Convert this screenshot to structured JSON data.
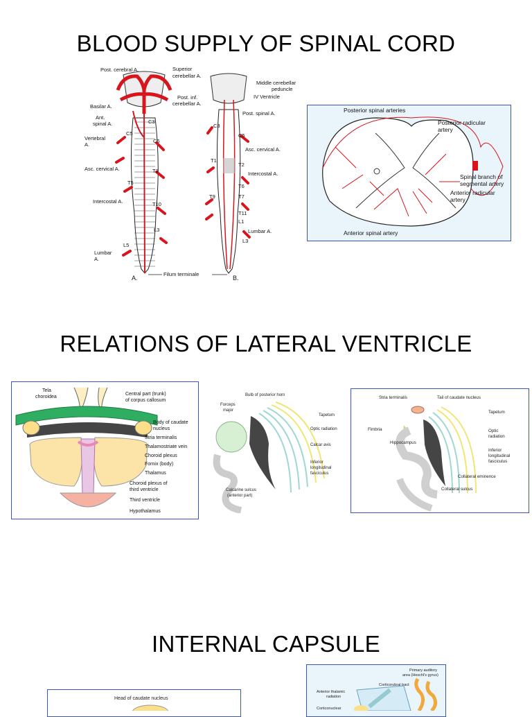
{
  "headings": {
    "blood_supply": "BLOOD SUPPLY OF SPINAL CORD",
    "lateral_ventricle": "RELATIONS OF LATERAL VENTRICLE",
    "internal_capsule": "INTERNAL CAPSULE"
  },
  "spinal_arteries_diagram": {
    "post_cerebral": "Post. cerebral A.",
    "superior_cerebellar": "Superior",
    "superior_cerebellar_2": "cerebellar A.",
    "basilar": "Basilar A.",
    "ant_spinal": "Ant.",
    "ant_spinal_2": "spinal A.",
    "vertebral": "Vertebral",
    "vertebral_2": "A.",
    "asc_cervical_left": "Asc. cervical A.",
    "intercostal_left": "Intercostal A.",
    "lumbar_left": "Lumbar",
    "lumbar_left_2": "A.",
    "middle_cerebellar": "Middle cerebellar",
    "middle_cerebellar_2": "peduncle",
    "iv_ventricle": "IV  Ventricle",
    "post_inf_cerebellar": "Post. inf.",
    "post_inf_cerebellar_2": "cerebellar A.",
    "post_spinal": "Post. spinal  A.",
    "asc_cervical_right": "Asc. cervical A.",
    "intercostal_right": "Intercostal A.",
    "lumbar_right": "Lumbar A.",
    "filum_terminale": "Filum  terminale",
    "label_a": "A.",
    "label_b": "B.",
    "seg": {
      "c3": "C3",
      "c5": "C5",
      "c6": "C6",
      "t3": "T3",
      "t5": "T5",
      "t10": "T10",
      "l3": "L3",
      "l5": "L5",
      "c3b": "C3",
      "c5b": "C5",
      "t1": "T1",
      "t2": "T2",
      "t6": "T6",
      "t7": "T7",
      "t9": "T9",
      "t11": "T11",
      "l1": "L1",
      "l3b": "L3"
    }
  },
  "cross_section": {
    "posterior_spinal_arteries": "Posterior spinal arteries",
    "posterior_radicular": "Posterior radicular",
    "posterior_radicular_2": "artery",
    "spinal_branch": "Spinal branch of",
    "spinal_branch_2": "segmental artery",
    "anterior_radicular": "Anterior radicular",
    "anterior_radicular_2": "artery",
    "anterior_spinal_artery": "Anterior spinal artery"
  },
  "ventricle_coronal": {
    "tela_choroidea": "Tela",
    "tela_choroidea_2": "choroidea",
    "central_part": "Central part (trunk)",
    "central_part_2": "of corpus callosum",
    "body_caudate": "Body of caudate",
    "body_caudate_2": "nucleus",
    "stria_terminalis": "Stria terminalis",
    "thalamostriate": "Thalamostriate vein",
    "choroid_plexus": "Choroid plexus",
    "fornix": "Fornix (body)",
    "thalamus": "Thalamus",
    "choroid_third": "Choroid plexus of",
    "choroid_third_2": "third ventricle",
    "third_ventricle": "Third ventricle",
    "hypothalamus": "Hypothalamus"
  },
  "posterior_horn": {
    "bulb": "Bulb of posterior horn",
    "forceps_major": "Forceps",
    "forceps_major_2": "major",
    "tapetum": "Tapetum",
    "optic_radiation": "Optic radiation",
    "calcar_avis": "Calcar avis",
    "inferior_longitudinal": "Inferior",
    "inferior_longitudinal_2": "longitudinal",
    "inferior_longitudinal_3": "fasciculus",
    "calcarine": "Calcarine sulcus",
    "calcarine_2": "(anterior part)"
  },
  "inferior_horn": {
    "stria_terminalis": "Stria terminalis",
    "tail_caudate": "Tail of caudate nucleus",
    "tapetum": "Tapetum",
    "fimbria": "Fimbria",
    "optic_radiation": "Optic",
    "optic_radiation_2": "radiation",
    "hippocampus": "Hippocampus",
    "inferior_longitudinal": "Inferior",
    "inferior_longitudinal_2": "longitudinal",
    "inferior_longitudinal_3": "fasciculus",
    "collateral_eminence": "Collateral eminence",
    "collateral_sulcus": "Collateral sulcus"
  },
  "internal_capsule_fig": {
    "head_caudate": "Head of caudate nucleus",
    "primary_auditory": "Primary auditory",
    "primary_auditory_2": "area (Heschl's gyrus)",
    "corticorubral": "Corticorubral tract",
    "anterior_thalamic": "Anterior thalamic",
    "anterior_thalamic_2": "radiation",
    "corticonuclear": "Corticonuclear"
  },
  "colors": {
    "artery": "#d8141c",
    "frame": "#3a55b4",
    "ventricle": "#454545",
    "plexus": "#e58ab6",
    "thalamus": "#fce3a8",
    "callosum": "#2fae62"
  }
}
